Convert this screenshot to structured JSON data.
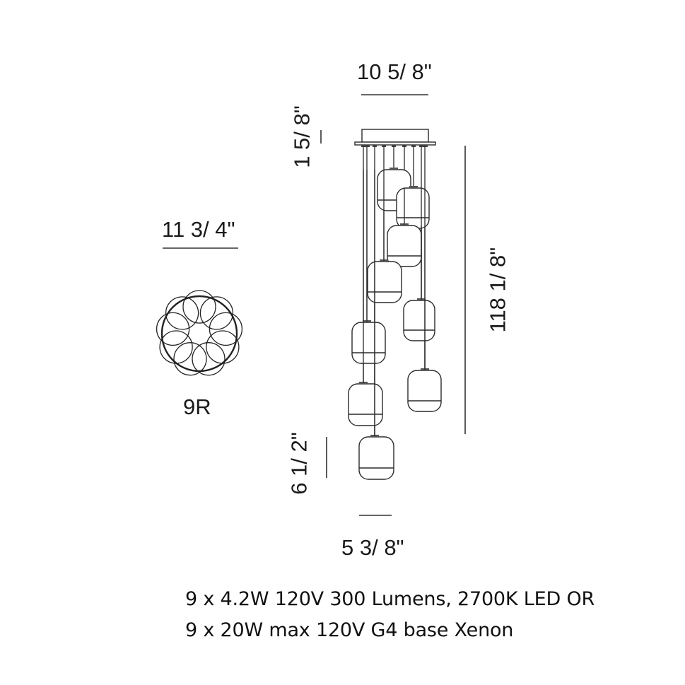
{
  "diagram": {
    "type": "product dimension drawing - multi-pendant chandelier",
    "top_view": {
      "width_label": "11 3/ 4\"",
      "model_label": "9R",
      "circle_count": 9
    },
    "side_view": {
      "canopy_width_label": "10 5/ 8\"",
      "canopy_height_label": "1 5/ 8\"",
      "overall_height_label": "118 1/ 8\"",
      "pendant_height_label": "6 1/ 2\"",
      "pendant_width_label": "5 3/ 8\"",
      "pendant_count": 9
    },
    "specs": {
      "line1": "9 x 4.2W 120V 300 Lumens, 2700K LED OR",
      "line2": "9 x 20W max 120V G4 base Xenon"
    },
    "colors": {
      "line": "#2a2a2a",
      "text": "#111111",
      "background": "#ffffff"
    }
  }
}
